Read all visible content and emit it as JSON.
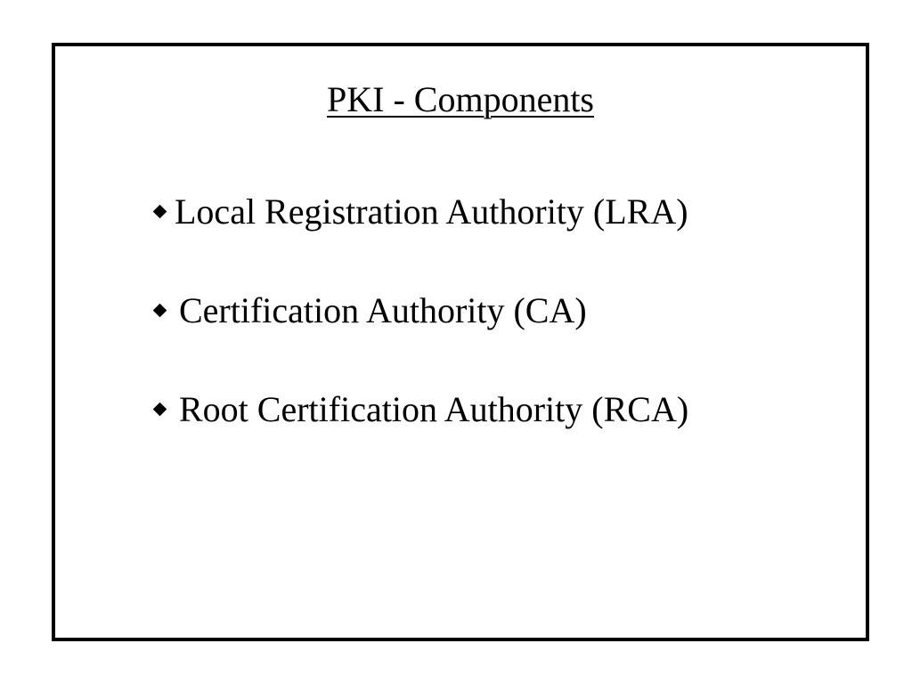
{
  "slide": {
    "title": "PKI - Components",
    "bullets": [
      {
        "icon": "diamond-bullet-icon",
        "text": "Local Registration Authority (LRA)"
      },
      {
        "icon": "diamond-bullet-icon",
        "text": "Certification Authority (CA)"
      },
      {
        "icon": "diamond-bullet-icon",
        "text": "Root Certification Authority (RCA)"
      }
    ]
  },
  "colors": {
    "background": "#ffffff",
    "text": "#000000",
    "frame": "#000000"
  }
}
